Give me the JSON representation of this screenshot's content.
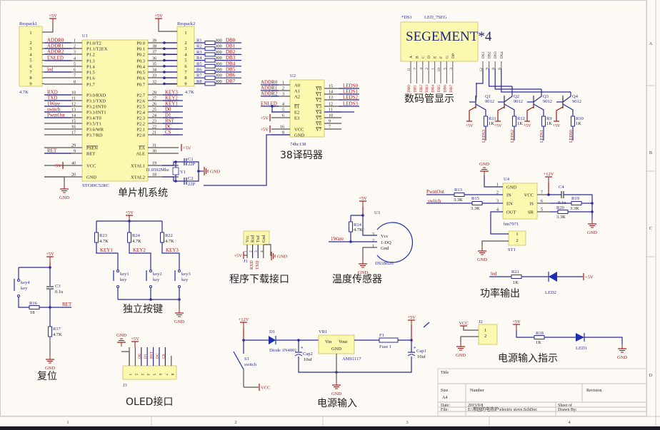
{
  "colors": {
    "background": "#fdfaf5",
    "wire": "#2a2a9a",
    "power_net": "#a01818",
    "net_label": "#a01818",
    "designator": "#2a2a9a",
    "component_fill": "#fcf8b0",
    "component_stroke": "#c9c060",
    "pin": "#333333",
    "frame": "#cccccc",
    "section_title": "#222222"
  },
  "frame": {
    "columns": [
      "1",
      "2",
      "3",
      "4"
    ],
    "rows": [
      "A",
      "B",
      "C",
      "D"
    ]
  },
  "sections": {
    "mcu": "单片机系统",
    "decoder": "38译码器",
    "seg": "数码管显示",
    "keys": "独立按键",
    "reset": "复位",
    "prog": "程序下载接口",
    "temp": "温度传感器",
    "power_out": "功率输出",
    "oled": "OLED接口",
    "power_in": "电源输入",
    "power_ind": "电源输入指示"
  },
  "power": {
    "p5v": "+5V",
    "p12v": "+12V",
    "gnd": "GND",
    "vcc": "VCC"
  },
  "respack1": {
    "designator": "Respack1",
    "value": "4.7K",
    "pins": [
      "1",
      "2",
      "3",
      "4",
      "5",
      "6",
      "7",
      "8",
      "9"
    ]
  },
  "respack2": {
    "designator": "Respack2",
    "value": "4.7K",
    "pins": [
      "1",
      "2",
      "3",
      "4",
      "5",
      "6",
      "7",
      "8",
      "9"
    ]
  },
  "u1": {
    "designator": "U1",
    "part": "STC89C52RC",
    "left_pins": [
      {
        "num": "1",
        "name": "P1.0/T2",
        "net": "ADDR0"
      },
      {
        "num": "2",
        "name": "P1.1/T2EX",
        "net": "ADDR1"
      },
      {
        "num": "3",
        "name": "P1.2",
        "net": "ADDR2"
      },
      {
        "num": "4",
        "name": "P1.3",
        "net": "ENLED"
      },
      {
        "num": "5",
        "name": "P1.4",
        "net": ""
      },
      {
        "num": "6",
        "name": "P1.5",
        "net": "led"
      },
      {
        "num": "7",
        "name": "P1.6",
        "net": ""
      },
      {
        "num": "8",
        "name": "P1.7",
        "net": ""
      },
      {
        "num": "10",
        "name": "P3.0/RXD",
        "net": "RXD"
      },
      {
        "num": "11",
        "name": "P3.1/TXD",
        "net": "TXD"
      },
      {
        "num": "12",
        "name": "P3.2/INT0",
        "net": "1Ware"
      },
      {
        "num": "13",
        "name": "P3.3/INT1",
        "net": "switch"
      },
      {
        "num": "14",
        "name": "P3.4/T0",
        "net": "PwmOut"
      },
      {
        "num": "15",
        "name": "P3.5/T1",
        "net": ""
      },
      {
        "num": "16",
        "name": "P3.6/WR",
        "net": ""
      },
      {
        "num": "17",
        "name": "P3.7/RD",
        "net": ""
      },
      {
        "num": "29",
        "name": "PSEN",
        "net": ""
      },
      {
        "num": "9",
        "name": "RET",
        "net": "RET"
      },
      {
        "num": "40",
        "name": "VCC",
        "net": "+5V"
      },
      {
        "num": "20",
        "name": "GND",
        "net": "GND"
      }
    ],
    "right_pins": [
      {
        "num": "39",
        "name": "P0.0",
        "net": ""
      },
      {
        "num": "38",
        "name": "P0.1",
        "net": ""
      },
      {
        "num": "37",
        "name": "P0.2",
        "net": ""
      },
      {
        "num": "36",
        "name": "P0.3",
        "net": ""
      },
      {
        "num": "35",
        "name": "P0.4",
        "net": ""
      },
      {
        "num": "34",
        "name": "P0.5",
        "net": ""
      },
      {
        "num": "33",
        "name": "P0.6",
        "net": ""
      },
      {
        "num": "32",
        "name": "P0.7",
        "net": ""
      },
      {
        "num": "28",
        "name": "P2.7",
        "net": "KEY3"
      },
      {
        "num": "27",
        "name": "P2.6",
        "net": "KEY2"
      },
      {
        "num": "26",
        "name": "P2.5",
        "net": "KEY1"
      },
      {
        "num": "25",
        "name": "P2.4",
        "net": "D0"
      },
      {
        "num": "24",
        "name": "P2.3",
        "net": "D1"
      },
      {
        "num": "23",
        "name": "P2.2",
        "net": "RST"
      },
      {
        "num": "22",
        "name": "P2.1",
        "net": "DC"
      },
      {
        "num": "21",
        "name": "P2.0",
        "net": "CS"
      },
      {
        "num": "31",
        "name": "EA",
        "net": "+5V"
      },
      {
        "num": "30",
        "name": "ALE",
        "net": ""
      },
      {
        "num": "19",
        "name": "XTAL1",
        "net": ""
      },
      {
        "num": "18",
        "name": "XTAL2",
        "net": ""
      }
    ]
  },
  "db_resistors": [
    {
      "ref": "R1",
      "value": "300",
      "net": "DB0"
    },
    {
      "ref": "R2",
      "value": "300",
      "net": "DB1"
    },
    {
      "ref": "R3",
      "value": "300",
      "net": "DB2"
    },
    {
      "ref": "R4",
      "value": "300",
      "net": "DB3"
    },
    {
      "ref": "R5",
      "value": "300",
      "net": "DB4"
    },
    {
      "ref": "R6",
      "value": "300",
      "net": "DB5"
    },
    {
      "ref": "R7",
      "value": "300",
      "net": "DB6"
    },
    {
      "ref": "R8",
      "value": "300",
      "net": "DB7"
    }
  ],
  "crystal": {
    "ref": "Y1",
    "value": "11.0592Mhz",
    "c1": "C1",
    "c1v": "22P",
    "c2": "C2",
    "c2v": "22P"
  },
  "u2": {
    "designator": "U2",
    "part": "74hc138",
    "left_pins": [
      {
        "num": "1",
        "name": "A0",
        "net": "ADDR0"
      },
      {
        "num": "2",
        "name": "A1",
        "net": "ADDR1"
      },
      {
        "num": "3",
        "name": "A2",
        "net": "ADDR2"
      },
      {
        "num": "4",
        "name": "E1",
        "net": "ENLED"
      },
      {
        "num": "5",
        "name": "E2",
        "net": ""
      },
      {
        "num": "6",
        "name": "E3",
        "net": "+5V"
      },
      {
        "num": "16",
        "name": "VCC",
        "net": "+5V"
      },
      {
        "num": "8",
        "name": "GND",
        "net": ""
      }
    ],
    "right_pins": [
      {
        "num": "15",
        "name": "Y0",
        "net": "LEDS0"
      },
      {
        "num": "14",
        "name": "Y1",
        "net": "LEDS1"
      },
      {
        "num": "13",
        "name": "Y2",
        "net": "LEDS2"
      },
      {
        "num": "12",
        "name": "Y3",
        "net": "LEDS3"
      },
      {
        "num": "11",
        "name": "Y4",
        "net": ""
      },
      {
        "num": "10",
        "name": "Y5",
        "net": ""
      },
      {
        "num": "9",
        "name": "Y6",
        "net": ""
      },
      {
        "num": "7",
        "name": "Y7",
        "net": ""
      }
    ]
  },
  "ds1": {
    "designator": "*DS1",
    "part": "LED_7SEG",
    "label": "SEGEMENT*4",
    "seg_pins": [
      {
        "name": "A",
        "num": "11",
        "net": "DB0"
      },
      {
        "name": "B",
        "num": "7",
        "net": "DB1"
      },
      {
        "name": "C",
        "num": "4",
        "net": "DB2"
      },
      {
        "name": "D",
        "num": "2",
        "net": "DB3"
      },
      {
        "name": "E",
        "num": "1",
        "net": "DB4"
      },
      {
        "name": "F",
        "num": "10",
        "net": "DB5"
      },
      {
        "name": "G",
        "num": "5",
        "net": "DB6"
      },
      {
        "name": "DP",
        "num": "3",
        "net": "DB7"
      }
    ],
    "digit_pins": [
      {
        "name": "DS1",
        "num": "12"
      },
      {
        "name": "DS2",
        "num": "9"
      },
      {
        "name": "DS3",
        "num": "8"
      },
      {
        "name": "DS4",
        "num": "6"
      }
    ]
  },
  "transistors": [
    {
      "ref": "Q1",
      "part": "9012",
      "r": "R11",
      "rv": "1K",
      "net": "LEDS3"
    },
    {
      "ref": "Q2",
      "part": "9012",
      "r": "R12",
      "rv": "1K",
      "net": "LEDS2"
    },
    {
      "ref": "Q3",
      "part": "9012",
      "r": "R9",
      "rv": "1K",
      "net": "LEDS1"
    },
    {
      "ref": "Q4",
      "part": "9012",
      "r": "R10",
      "rv": "1K",
      "net": "LEDS0"
    }
  ],
  "u4": {
    "designator": "U4",
    "part": "btn7971",
    "left_pins": [
      {
        "num": "1",
        "name": "GND"
      },
      {
        "num": "2",
        "name": "IN"
      },
      {
        "num": "3",
        "name": "EN"
      },
      {
        "num": "4",
        "name": "OUT"
      }
    ],
    "right_pins": [
      {
        "num": "7",
        "name": "VCC"
      },
      {
        "num": "6",
        "name": "IS"
      },
      {
        "num": "5",
        "name": "SR"
      }
    ],
    "r13": {
      "ref": "R13",
      "value": "3.3K",
      "net": "PwmOut"
    },
    "r15": {
      "ref": "R15",
      "value": "3.3K",
      "net": "switch"
    },
    "r19": {
      "ref": "R19",
      "value": "3.3K"
    },
    "r20": {
      "ref": "R20",
      "value": "3.3K"
    },
    "c4": {
      "ref": "C4",
      "value": "0.1u"
    }
  },
  "st1": {
    "ref": "ST1",
    "pins": [
      "1",
      "2"
    ]
  },
  "led2": {
    "net": "led",
    "r": "R21",
    "rv": "1K",
    "ref": "LED2"
  },
  "keys": [
    {
      "r": "R23",
      "rv": "4.7K",
      "net": "KEY1",
      "sw": "key1",
      "type": "key"
    },
    {
      "r": "R24",
      "rv": "4.7K",
      "net": "KEY2",
      "sw": "key2",
      "type": "key"
    },
    {
      "r": "R22",
      "rv": "4.7K",
      "net": "KEY3",
      "sw": "key3",
      "type": "key"
    }
  ],
  "reset": {
    "sw": "key4",
    "type": "key",
    "c": "C3",
    "cv": "0.1u",
    "r16": "R16",
    "r16v": "18",
    "r17": "R17",
    "r17v": "4.7K",
    "net": "RET"
  },
  "j1": {
    "ref": "J1",
    "pins": [
      {
        "num": "1",
        "name": "Vcc",
        "net": "+5V"
      },
      {
        "num": "2",
        "name": "Rxd",
        "net": "RXD"
      },
      {
        "num": "3",
        "name": "Txd",
        "net": "TXD"
      },
      {
        "num": "4",
        "name": "Gnd",
        "net": "GND"
      }
    ]
  },
  "u3": {
    "ref": "U3",
    "part": "DS18B20",
    "r": "R14",
    "rv": "4.7K",
    "net": "1Ware",
    "pins": [
      {
        "num": "3",
        "name": "Vcc"
      },
      {
        "num": "2",
        "name": "1-DQ"
      },
      {
        "num": "1",
        "name": "Gnd"
      }
    ]
  },
  "j3": {
    "ref": "J3",
    "pins": [
      "1",
      "2",
      "3",
      "4",
      "5",
      "6",
      "7",
      "8"
    ],
    "nets": [
      "GND",
      "+5V",
      "D0",
      "D1",
      "RST",
      "DC",
      "CS",
      ""
    ]
  },
  "power_in": {
    "d1": "D1",
    "d1v": "Diode 1N4001",
    "vr1": "VR1",
    "vr1_part": "AMS1117",
    "vin": "Vin",
    "vout": "Vout",
    "gnd": "GND",
    "f1": "F1",
    "f1v": "Fuse 1",
    "cap1": "Cap1",
    "cap1v": "10uf",
    "cap2": "Cap2",
    "cap2v": "10uf",
    "s1": "S1",
    "s1v": "switch"
  },
  "j2": {
    "ref": "J2",
    "pins": [
      "1",
      "2"
    ]
  },
  "led1": {
    "r": "R18",
    "rv": "1K",
    "ref": "LED1"
  },
  "title_block": {
    "title_label": "Title",
    "size_label": "Size",
    "size": "A4",
    "number_label": "Number",
    "revision_label": "Revision",
    "date_label": "Date:",
    "date": "2015/9/8",
    "sheet_label": "Sheet    of",
    "file_label": "File:",
    "file": "E:\\邢园的电热炉\\electric stove.SchDoc",
    "drawn_label": "Drawn By:"
  }
}
